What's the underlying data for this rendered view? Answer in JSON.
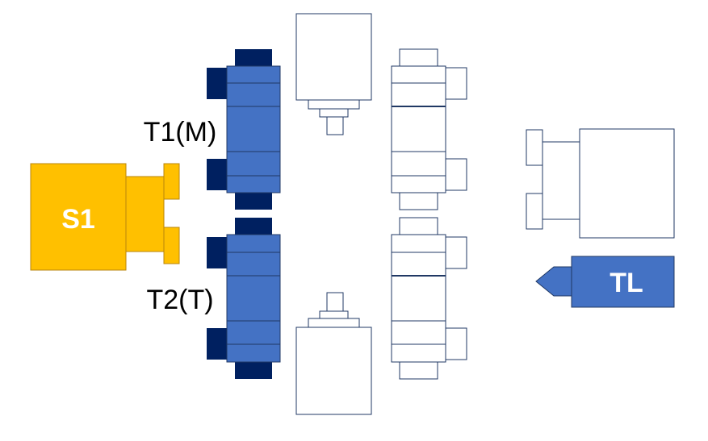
{
  "labels": {
    "s1": "S1",
    "t1": "T1(M)",
    "t2": "T2(T)",
    "tl": "TL"
  },
  "colors": {
    "spindle_fill": "#ffc000",
    "spindle_stroke": "#b8860b",
    "turret_fill": "#4472c4",
    "turret_dark": "#002060",
    "outline": "#203864",
    "tailstock_fill": "#4472c4"
  },
  "components": [
    {
      "id": "s1",
      "type": "main-spindle",
      "label_key": "labels.s1"
    },
    {
      "id": "t1",
      "type": "turret-upper",
      "label_key": "labels.t1"
    },
    {
      "id": "t2",
      "type": "turret-lower",
      "label_key": "labels.t2"
    },
    {
      "id": "tl",
      "type": "tailstock",
      "label_key": "labels.tl"
    }
  ]
}
